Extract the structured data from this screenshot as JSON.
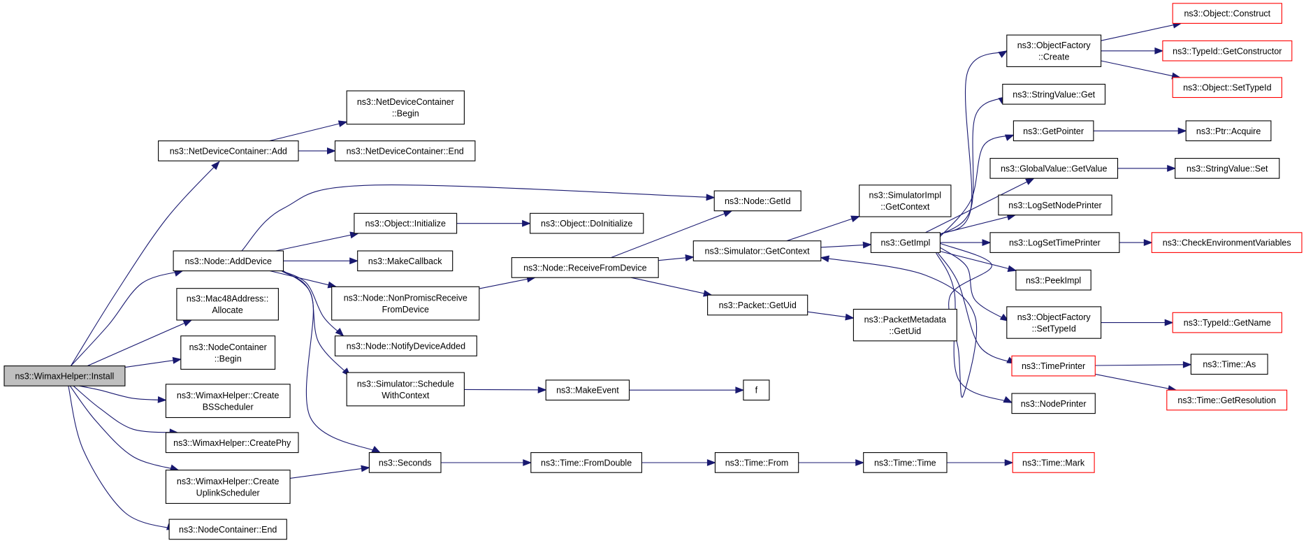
{
  "diagram": {
    "colors": {
      "edge": "#191970",
      "normal_border": "#000000",
      "truncated_border": "#ff0000",
      "root_fill": "#bfbfbf",
      "node_fill": "#ffffff"
    },
    "nodes": [
      {
        "id": "install",
        "lines": [
          "ns3::WimaxHelper::Install"
        ],
        "root": true
      },
      {
        "id": "ndc_add",
        "lines": [
          "ns3::NetDeviceContainer::Add"
        ]
      },
      {
        "id": "ndc_begin",
        "lines": [
          "ns3::NetDeviceContainer",
          "::Begin"
        ]
      },
      {
        "id": "ndc_end",
        "lines": [
          "ns3::NetDeviceContainer::End"
        ]
      },
      {
        "id": "node_adddevice",
        "lines": [
          "ns3::Node::AddDevice"
        ]
      },
      {
        "id": "mac48_allocate",
        "lines": [
          "ns3::Mac48Address::",
          "Allocate"
        ]
      },
      {
        "id": "nc_begin",
        "lines": [
          "ns3::NodeContainer",
          "::Begin"
        ]
      },
      {
        "id": "create_bs",
        "lines": [
          "ns3::WimaxHelper::Create",
          "BSScheduler"
        ]
      },
      {
        "id": "create_phy",
        "lines": [
          "ns3::WimaxHelper::CreatePhy"
        ]
      },
      {
        "id": "create_ul",
        "lines": [
          "ns3::WimaxHelper::Create",
          "UplinkScheduler"
        ]
      },
      {
        "id": "nc_end",
        "lines": [
          "ns3::NodeContainer::End"
        ]
      },
      {
        "id": "obj_initialize",
        "lines": [
          "ns3::Object::Initialize"
        ]
      },
      {
        "id": "obj_doinitialize",
        "lines": [
          "ns3::Object::DoInitialize"
        ]
      },
      {
        "id": "makecallback",
        "lines": [
          "ns3::MakeCallback"
        ]
      },
      {
        "id": "nonpromisc",
        "lines": [
          "ns3::Node::NonPromiscReceive",
          "FromDevice"
        ]
      },
      {
        "id": "notifydeviceadded",
        "lines": [
          "ns3::Node::NotifyDeviceAdded"
        ]
      },
      {
        "id": "schedulewithcontext",
        "lines": [
          "ns3::Simulator::Schedule",
          "WithContext"
        ]
      },
      {
        "id": "seconds",
        "lines": [
          "ns3::Seconds"
        ]
      },
      {
        "id": "node_getid",
        "lines": [
          "ns3::Node::GetId"
        ]
      },
      {
        "id": "receivefromdevice",
        "lines": [
          "ns3::Node::ReceiveFromDevice"
        ]
      },
      {
        "id": "makeevent",
        "lines": [
          "ns3::MakeEvent"
        ]
      },
      {
        "id": "f",
        "lines": [
          "f"
        ]
      },
      {
        "id": "time_fromdouble",
        "lines": [
          "ns3::Time::FromDouble"
        ]
      },
      {
        "id": "time_from",
        "lines": [
          "ns3::Time::From"
        ]
      },
      {
        "id": "time_time",
        "lines": [
          "ns3::Time::Time"
        ]
      },
      {
        "id": "time_mark",
        "lines": [
          "ns3::Time::Mark"
        ],
        "truncated": true
      },
      {
        "id": "sim_getcontext",
        "lines": [
          "ns3::Simulator::GetContext"
        ]
      },
      {
        "id": "packet_getuid",
        "lines": [
          "ns3::Packet::GetUid"
        ]
      },
      {
        "id": "simimpl_getcontext",
        "lines": [
          "ns3::SimulatorImpl",
          "::GetContext"
        ]
      },
      {
        "id": "getimpl",
        "lines": [
          "ns3::GetImpl"
        ]
      },
      {
        "id": "pm_getuid",
        "lines": [
          "ns3::PacketMetadata",
          "::GetUid"
        ]
      },
      {
        "id": "of_create",
        "lines": [
          "ns3::ObjectFactory",
          "::Create"
        ]
      },
      {
        "id": "sv_get",
        "lines": [
          "ns3::StringValue::Get"
        ]
      },
      {
        "id": "getpointer",
        "lines": [
          "ns3::GetPointer"
        ]
      },
      {
        "id": "gv_getvalue",
        "lines": [
          "ns3::GlobalValue::GetValue"
        ]
      },
      {
        "id": "logsetnodeprinter",
        "lines": [
          "ns3::LogSetNodePrinter"
        ]
      },
      {
        "id": "logsettimeprinter",
        "lines": [
          "ns3::LogSetTimePrinter"
        ]
      },
      {
        "id": "peekimpl",
        "lines": [
          "ns3::PeekImpl"
        ]
      },
      {
        "id": "of_settypeid",
        "lines": [
          "ns3::ObjectFactory",
          "::SetTypeId"
        ]
      },
      {
        "id": "timeprinter",
        "lines": [
          "ns3::TimePrinter"
        ],
        "truncated": true
      },
      {
        "id": "nodeprinter",
        "lines": [
          "ns3::NodePrinter"
        ]
      },
      {
        "id": "obj_construct",
        "lines": [
          "ns3::Object::Construct"
        ],
        "truncated": true
      },
      {
        "id": "typeid_getconstructor",
        "lines": [
          "ns3::TypeId::GetConstructor"
        ],
        "truncated": true
      },
      {
        "id": "obj_settypeid",
        "lines": [
          "ns3::Object::SetTypeId"
        ],
        "truncated": true
      },
      {
        "id": "ptr_acquire",
        "lines": [
          "ns3::Ptr::Acquire"
        ]
      },
      {
        "id": "sv_set",
        "lines": [
          "ns3::StringValue::Set"
        ]
      },
      {
        "id": "checkenv",
        "lines": [
          "ns3::CheckEnvironmentVariables"
        ],
        "truncated": true
      },
      {
        "id": "typeid_getname",
        "lines": [
          "ns3::TypeId::GetName"
        ],
        "truncated": true
      },
      {
        "id": "time_as",
        "lines": [
          "ns3::Time::As"
        ]
      },
      {
        "id": "time_getresolution",
        "lines": [
          "ns3::Time::GetResolution"
        ],
        "truncated": true
      }
    ],
    "edges": [
      {
        "from": "install",
        "to": "ndc_add"
      },
      {
        "from": "install",
        "to": "node_adddevice"
      },
      {
        "from": "install",
        "to": "mac48_allocate"
      },
      {
        "from": "install",
        "to": "nc_begin"
      },
      {
        "from": "install",
        "to": "create_bs"
      },
      {
        "from": "install",
        "to": "create_phy"
      },
      {
        "from": "install",
        "to": "create_ul"
      },
      {
        "from": "install",
        "to": "nc_end"
      },
      {
        "from": "ndc_add",
        "to": "ndc_begin"
      },
      {
        "from": "ndc_add",
        "to": "ndc_end"
      },
      {
        "from": "node_adddevice",
        "to": "node_getid"
      },
      {
        "from": "node_adddevice",
        "to": "obj_initialize"
      },
      {
        "from": "node_adddevice",
        "to": "makecallback"
      },
      {
        "from": "node_adddevice",
        "to": "nonpromisc"
      },
      {
        "from": "node_adddevice",
        "to": "notifydeviceadded"
      },
      {
        "from": "node_adddevice",
        "to": "schedulewithcontext"
      },
      {
        "from": "node_adddevice",
        "to": "seconds"
      },
      {
        "from": "obj_initialize",
        "to": "obj_doinitialize"
      },
      {
        "from": "nonpromisc",
        "to": "receivefromdevice"
      },
      {
        "from": "receivefromdevice",
        "to": "node_getid"
      },
      {
        "from": "receivefromdevice",
        "to": "sim_getcontext"
      },
      {
        "from": "receivefromdevice",
        "to": "packet_getuid"
      },
      {
        "from": "schedulewithcontext",
        "to": "makeevent"
      },
      {
        "from": "makeevent",
        "to": "f"
      },
      {
        "from": "create_ul",
        "to": "seconds"
      },
      {
        "from": "seconds",
        "to": "time_fromdouble"
      },
      {
        "from": "time_fromdouble",
        "to": "time_from"
      },
      {
        "from": "time_from",
        "to": "time_time"
      },
      {
        "from": "time_time",
        "to": "time_mark"
      },
      {
        "from": "sim_getcontext",
        "to": "simimpl_getcontext"
      },
      {
        "from": "sim_getcontext",
        "to": "getimpl"
      },
      {
        "from": "packet_getuid",
        "to": "pm_getuid"
      },
      {
        "from": "getimpl",
        "to": "sim_getcontext"
      },
      {
        "from": "getimpl",
        "to": "of_create"
      },
      {
        "from": "getimpl",
        "to": "sv_get"
      },
      {
        "from": "getimpl",
        "to": "getpointer"
      },
      {
        "from": "getimpl",
        "to": "gv_getvalue"
      },
      {
        "from": "getimpl",
        "to": "logsetnodeprinter"
      },
      {
        "from": "getimpl",
        "to": "logsettimeprinter"
      },
      {
        "from": "getimpl",
        "to": "peekimpl"
      },
      {
        "from": "getimpl",
        "to": "of_settypeid"
      },
      {
        "from": "getimpl",
        "to": "timeprinter"
      },
      {
        "from": "getimpl",
        "to": "nodeprinter"
      },
      {
        "from": "of_create",
        "to": "obj_construct"
      },
      {
        "from": "of_create",
        "to": "typeid_getconstructor"
      },
      {
        "from": "of_create",
        "to": "obj_settypeid"
      },
      {
        "from": "getpointer",
        "to": "ptr_acquire"
      },
      {
        "from": "gv_getvalue",
        "to": "sv_set"
      },
      {
        "from": "logsettimeprinter",
        "to": "checkenv"
      },
      {
        "from": "of_settypeid",
        "to": "typeid_getname"
      },
      {
        "from": "timeprinter",
        "to": "time_as"
      },
      {
        "from": "timeprinter",
        "to": "time_getresolution"
      }
    ]
  }
}
